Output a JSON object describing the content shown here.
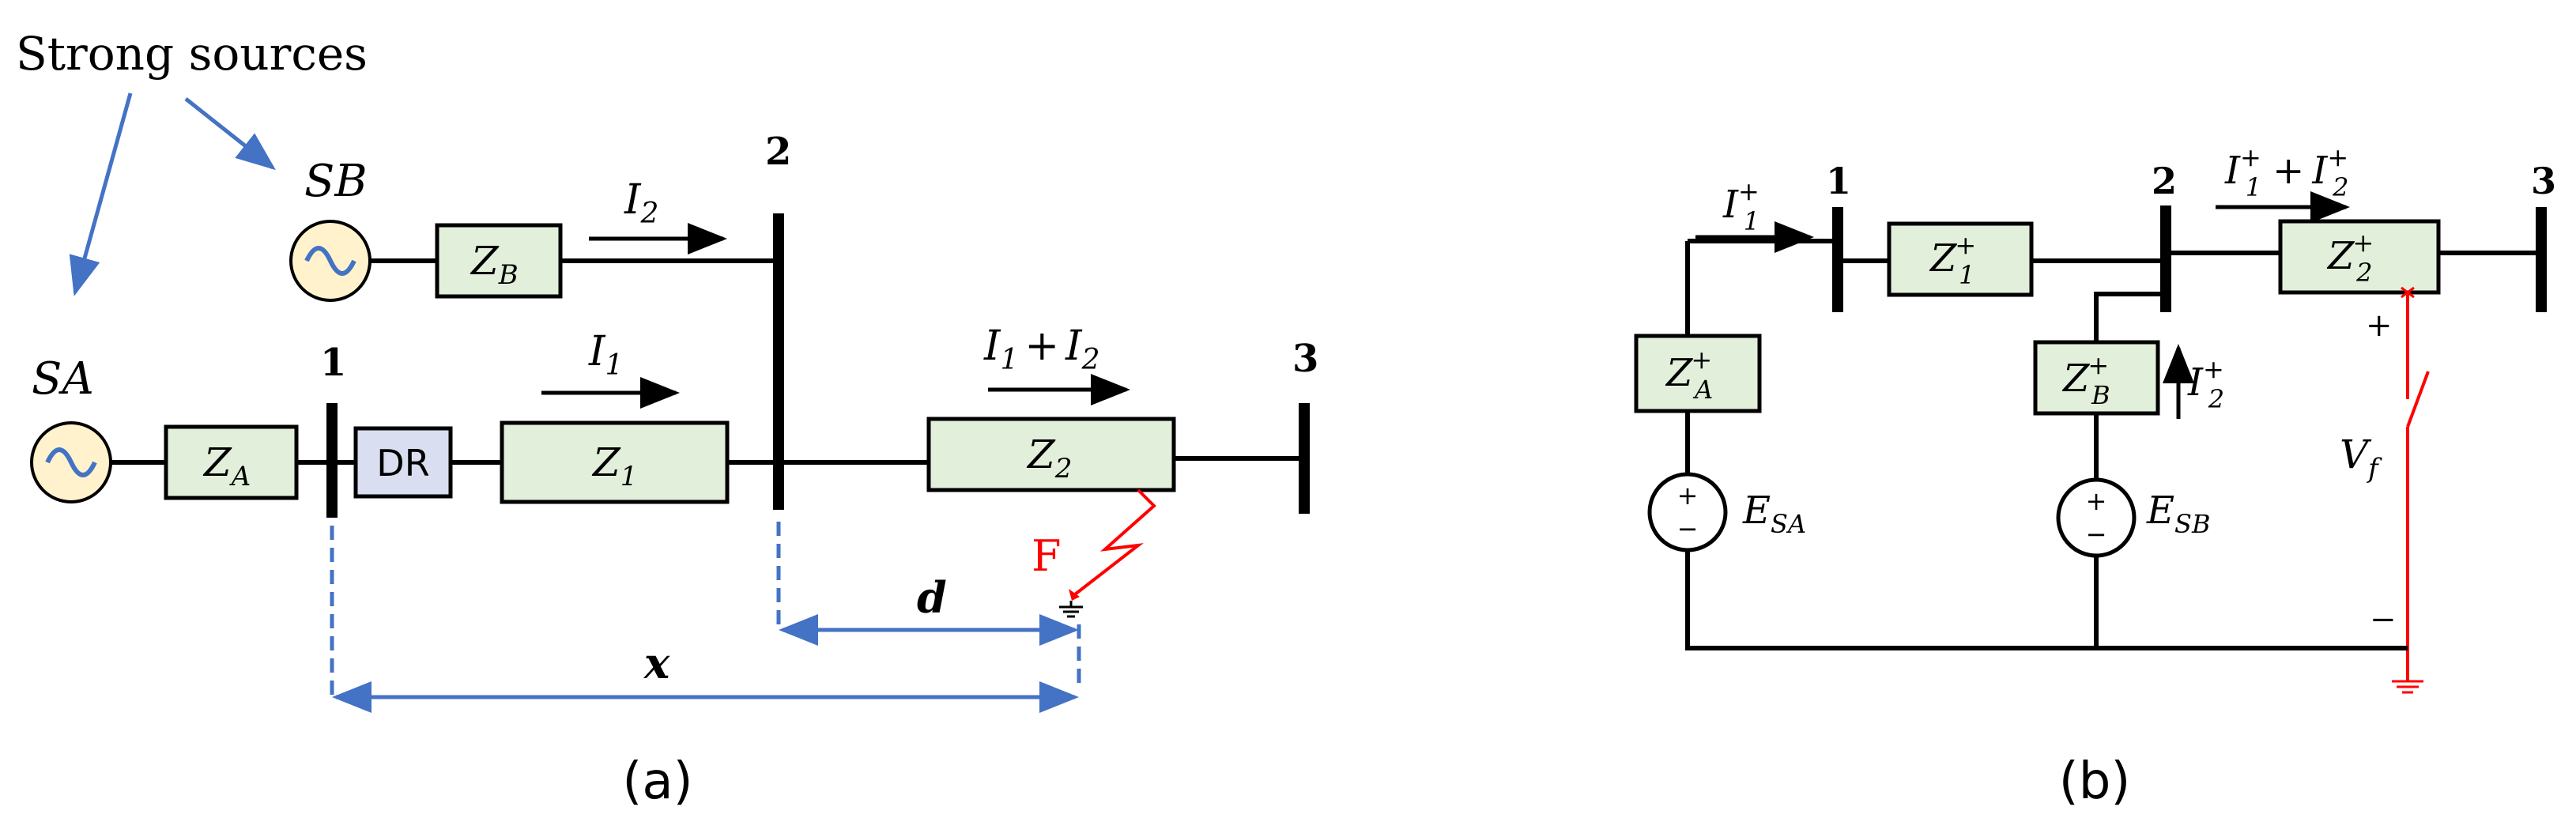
{
  "colors": {
    "component_fill": "#e2efda",
    "relay_fill": "#d9dff0",
    "source_fill": "#fff2cc",
    "source_wave": "#4472c4",
    "dimension_line": "#4472c4",
    "fault": "#ff0000"
  },
  "panel_a": {
    "caption": "(a)",
    "annotation": "Strong sources",
    "sources": {
      "sa": "SA",
      "sb": "SB"
    },
    "buses": {
      "b1": "1",
      "b2": "2",
      "b3": "3"
    },
    "impedances": {
      "za": "Z",
      "za_sub": "A",
      "zb": "Z",
      "zb_sub": "B",
      "z1": "Z",
      "z1_sub": "1",
      "z2": "Z",
      "z2_sub": "2"
    },
    "relay": "DR",
    "currents": {
      "i2": "I",
      "i2_sub": "2",
      "i1": "I",
      "i1_sub": "1",
      "i12_a": "I",
      "i12_a_sub": "1",
      "i12_plus": "+",
      "i12_b": "I",
      "i12_b_sub": "2"
    },
    "fault": "F",
    "distances": {
      "d": "d",
      "x": "x"
    }
  },
  "panel_b": {
    "caption": "(b)",
    "buses": {
      "b1": "1",
      "b2": "2",
      "b3": "3"
    },
    "impedances": {
      "za": "Z",
      "za_sub": "A",
      "za_sup": "+",
      "zb": "Z",
      "zb_sub": "B",
      "zb_sup": "+",
      "z1": "Z",
      "z1_sub": "1",
      "z1_sup": "+",
      "z2": "Z",
      "z2_sub": "2",
      "z2_sup": "+"
    },
    "currents": {
      "i1": "I",
      "i1_sub": "1",
      "i1_sup": "+",
      "i2": "I",
      "i2_sub": "2",
      "i2_sup": "+",
      "i12_a": "I",
      "i12_a_sub": "1",
      "i12_a_sup": "+",
      "i12_plus": "+",
      "i12_b": "I",
      "i12_b_sub": "2",
      "i12_b_sup": "+"
    },
    "sources": {
      "esa": "E",
      "esa_sub": "SA",
      "esb": "E",
      "esb_sub": "SB",
      "plus": "+",
      "minus": "−"
    },
    "vf": {
      "v": "V",
      "v_sub": "f",
      "plus": "+",
      "minus": "−"
    }
  }
}
